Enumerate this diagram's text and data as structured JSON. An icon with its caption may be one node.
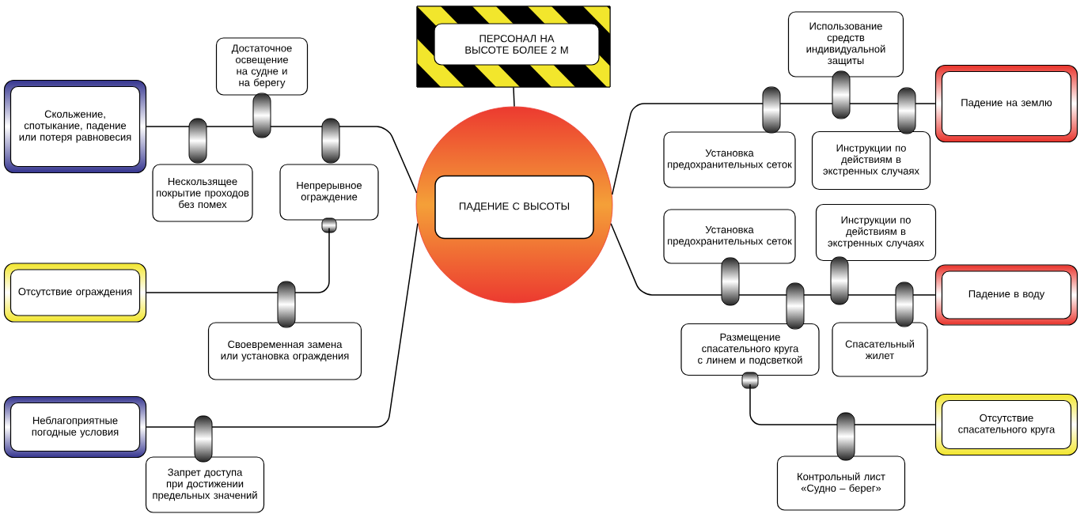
{
  "diagram": {
    "nodes": [
      {
        "text": [
          "ПЕРСОНАЛ НА ВЫСОТЕ БОЛЕЕ 2 М"
        ]
      },
      {
        "text": [
          "ПАДЕНИЕ С ВЫСОТЫ"
        ]
      },
      {
        "text": [
          "Скольжение, спотыкание, падение или потеря равновесия"
        ]
      },
      {
        "text": [
          "Отсутствие ограждения"
        ]
      },
      {
        "text": [
          "Неблагоприятные погодные условия"
        ]
      },
      {
        "text": [
          "Достаточное освещение на судне и на берегу"
        ]
      },
      {
        "text": [
          "Нескользящее покрытие проходов без помех"
        ]
      },
      {
        "text": [
          "Непрерывное ограждение"
        ]
      },
      {
        "text": [
          "Своевременная замена или установка ограждения"
        ]
      },
      {
        "text": [
          "Запрет доступа при достижении предельных значений"
        ]
      },
      {
        "text": [
          "Падение на землю"
        ]
      },
      {
        "text": [
          "Падение в воду"
        ]
      },
      {
        "text": [
          "Отсутствие спасательного круга"
        ]
      },
      {
        "text": [
          "Установка предохранительных сеток"
        ]
      },
      {
        "text": [
          "Использование средств индивидуальной защиты"
        ]
      },
      {
        "text": [
          "Инструкции по действиям в экстренных случаях"
        ]
      },
      {
        "text": [
          "Установка предохранительных сеток"
        ]
      },
      {
        "text": [
          "Инструкции по действиям в экстренных случаях"
        ]
      },
      {
        "text": [
          "Размещение спасательного круга с линем и подсветкой"
        ]
      },
      {
        "text": [
          "Спасательный жилет"
        ]
      },
      {
        "text": [
          "Контрольный лист «Судно – берег»"
        ]
      }
    ],
    "edges": [
      {
        "from": 0,
        "to": 1,
        "arrow": "none"
      },
      {
        "from": 2,
        "to": 1,
        "arrow": "none"
      },
      {
        "from": 3,
        "to": 7,
        "arrow": "none"
      },
      {
        "from": 4,
        "to": 1,
        "arrow": "none"
      },
      {
        "from": 1,
        "to": 10,
        "arrow": "none"
      },
      {
        "from": 1,
        "to": 11,
        "arrow": "none"
      },
      {
        "from": 12,
        "to": 18,
        "arrow": "none"
      }
    ]
  }
}
